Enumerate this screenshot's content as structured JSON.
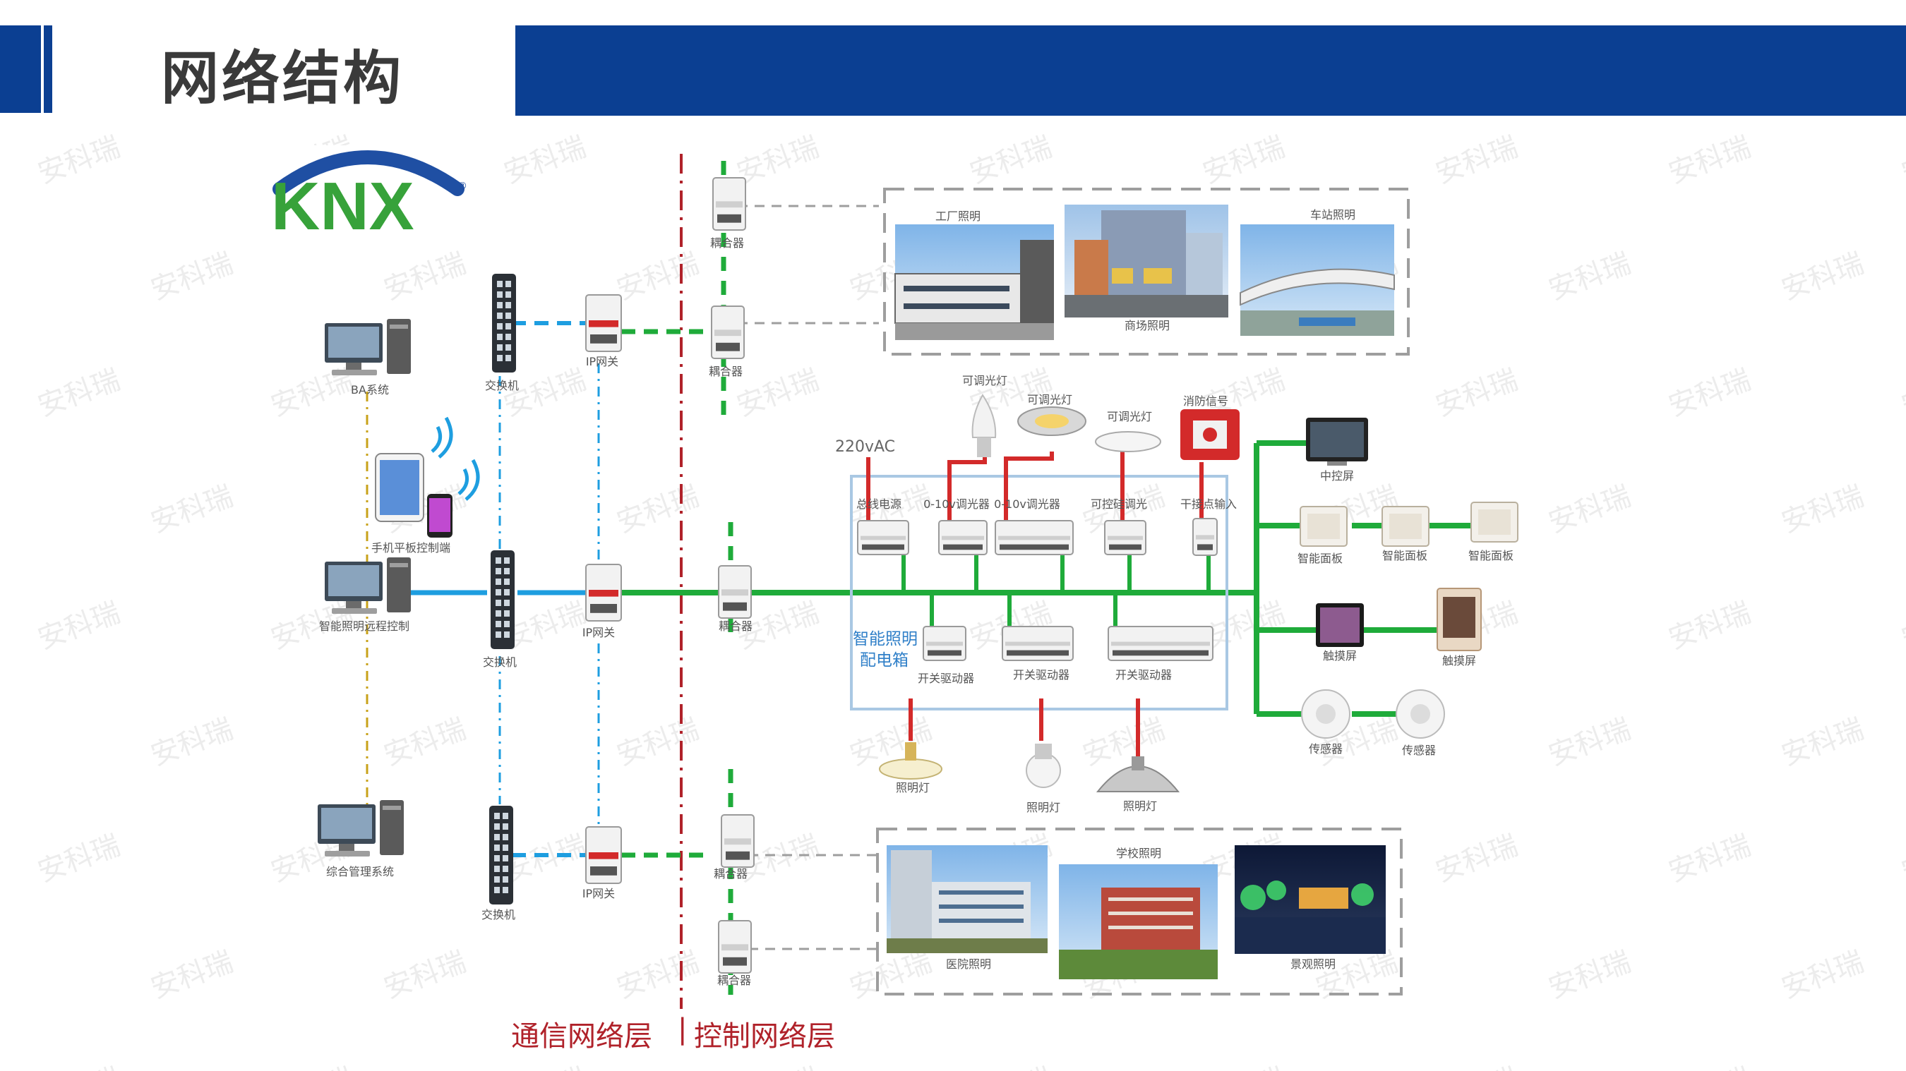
{
  "title": "网络结构",
  "logo_text": "KNX",
  "watermark": "安科瑞",
  "voltage_label": "220vAC",
  "distribution_box_label": [
    "智能照明",
    "配电箱"
  ],
  "layers": {
    "comm": "通信网络层",
    "control": "控制网络层"
  },
  "left_nodes": {
    "ba": "BA系统",
    "mobile": "手机平板控制端",
    "remote": "智能照明远程控制",
    "mgmt": "综合管理系统"
  },
  "switch_label": "交换机",
  "gateway_label": "IP网关",
  "coupler_label": "耦合器",
  "top_panel": [
    "工厂照明",
    "商场照明",
    "车站照明"
  ],
  "bottom_panel": [
    "医院照明",
    "学校照明",
    "景观照明"
  ],
  "lamps_top": [
    "可调光灯",
    "可调光灯",
    "可调光灯",
    "消防信号"
  ],
  "modules_top": [
    "总线电源",
    "0-10v调光器",
    "0-10v调光器",
    "可控硅调光",
    "干接点输入"
  ],
  "actuators": [
    "开关驱动器",
    "开关驱动器",
    "开关驱动器"
  ],
  "lamps_bottom": [
    "照明灯",
    "照明灯",
    "照明灯"
  ],
  "right_devices": {
    "screen": "中控屏",
    "panel": "智能面板",
    "touch": "触摸屏",
    "sensor": "传感器"
  },
  "colors": {
    "brand": "#0b3f92",
    "bus": "#1fab3a",
    "lan": "#1e9ee0",
    "power": "#d32a2a",
    "divider": "#b0222a",
    "ba_link": "#c8a21a"
  }
}
